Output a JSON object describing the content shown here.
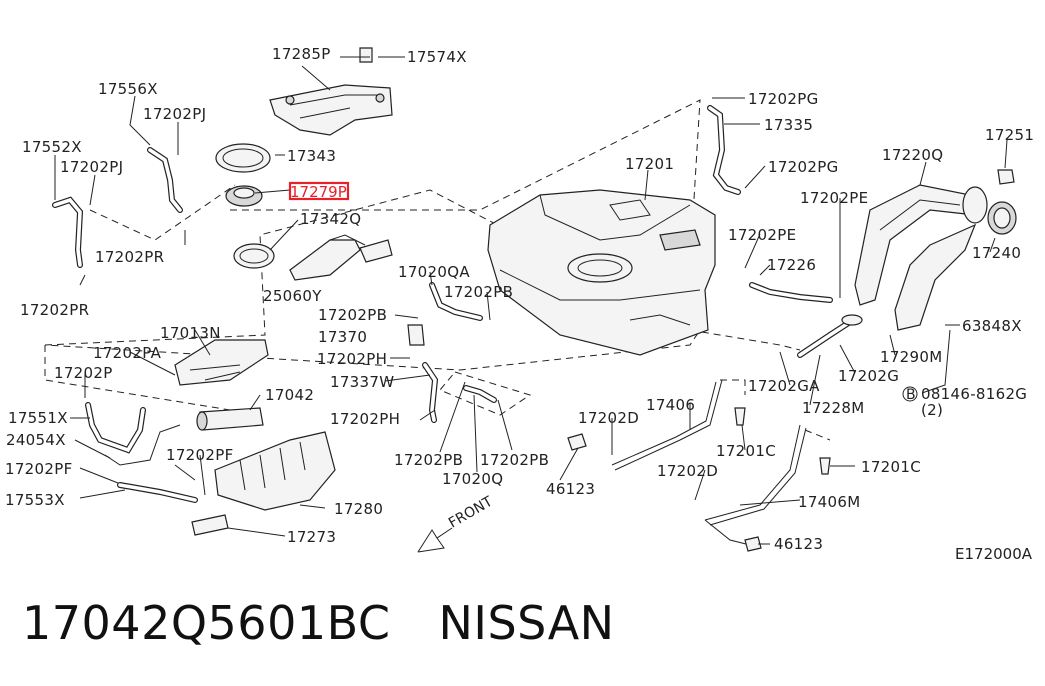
{
  "diagram": {
    "labels": [
      "17285P",
      "17574X",
      "17556X",
      "17202PJ",
      "17552X",
      "17202PJ",
      "17343",
      "17279P",
      "17342Q",
      "17202PR",
      "17202PR",
      "25060Y",
      "17202PG",
      "17335",
      "17202PG",
      "17201",
      "17220Q",
      "17251",
      "17202PE",
      "17202PE",
      "17226",
      "17240",
      "63848X",
      "17290M",
      "17202G",
      "08146-8162G",
      "(2)",
      "17228M",
      "17202GA",
      "17406",
      "17202D",
      "17201C",
      "17201C",
      "17202D",
      "17406M",
      "46123",
      "46123",
      "17020QA",
      "17202PB",
      "17202PB",
      "17370",
      "17202PH",
      "17337W",
      "17202PH",
      "17202PB",
      "17202PB",
      "17020Q",
      "17013N",
      "17202PA",
      "17202P",
      "17042",
      "17551X",
      "24054X",
      "17202PF",
      "17202PF",
      "17553X",
      "17280",
      "17273"
    ],
    "highlighted_part": "17279P",
    "front_label": "FRONT",
    "bolt_marker": "B",
    "diagram_code": "E172000A"
  },
  "footer": {
    "part_number": "17042Q5601BC",
    "brand": "NISSAN"
  }
}
